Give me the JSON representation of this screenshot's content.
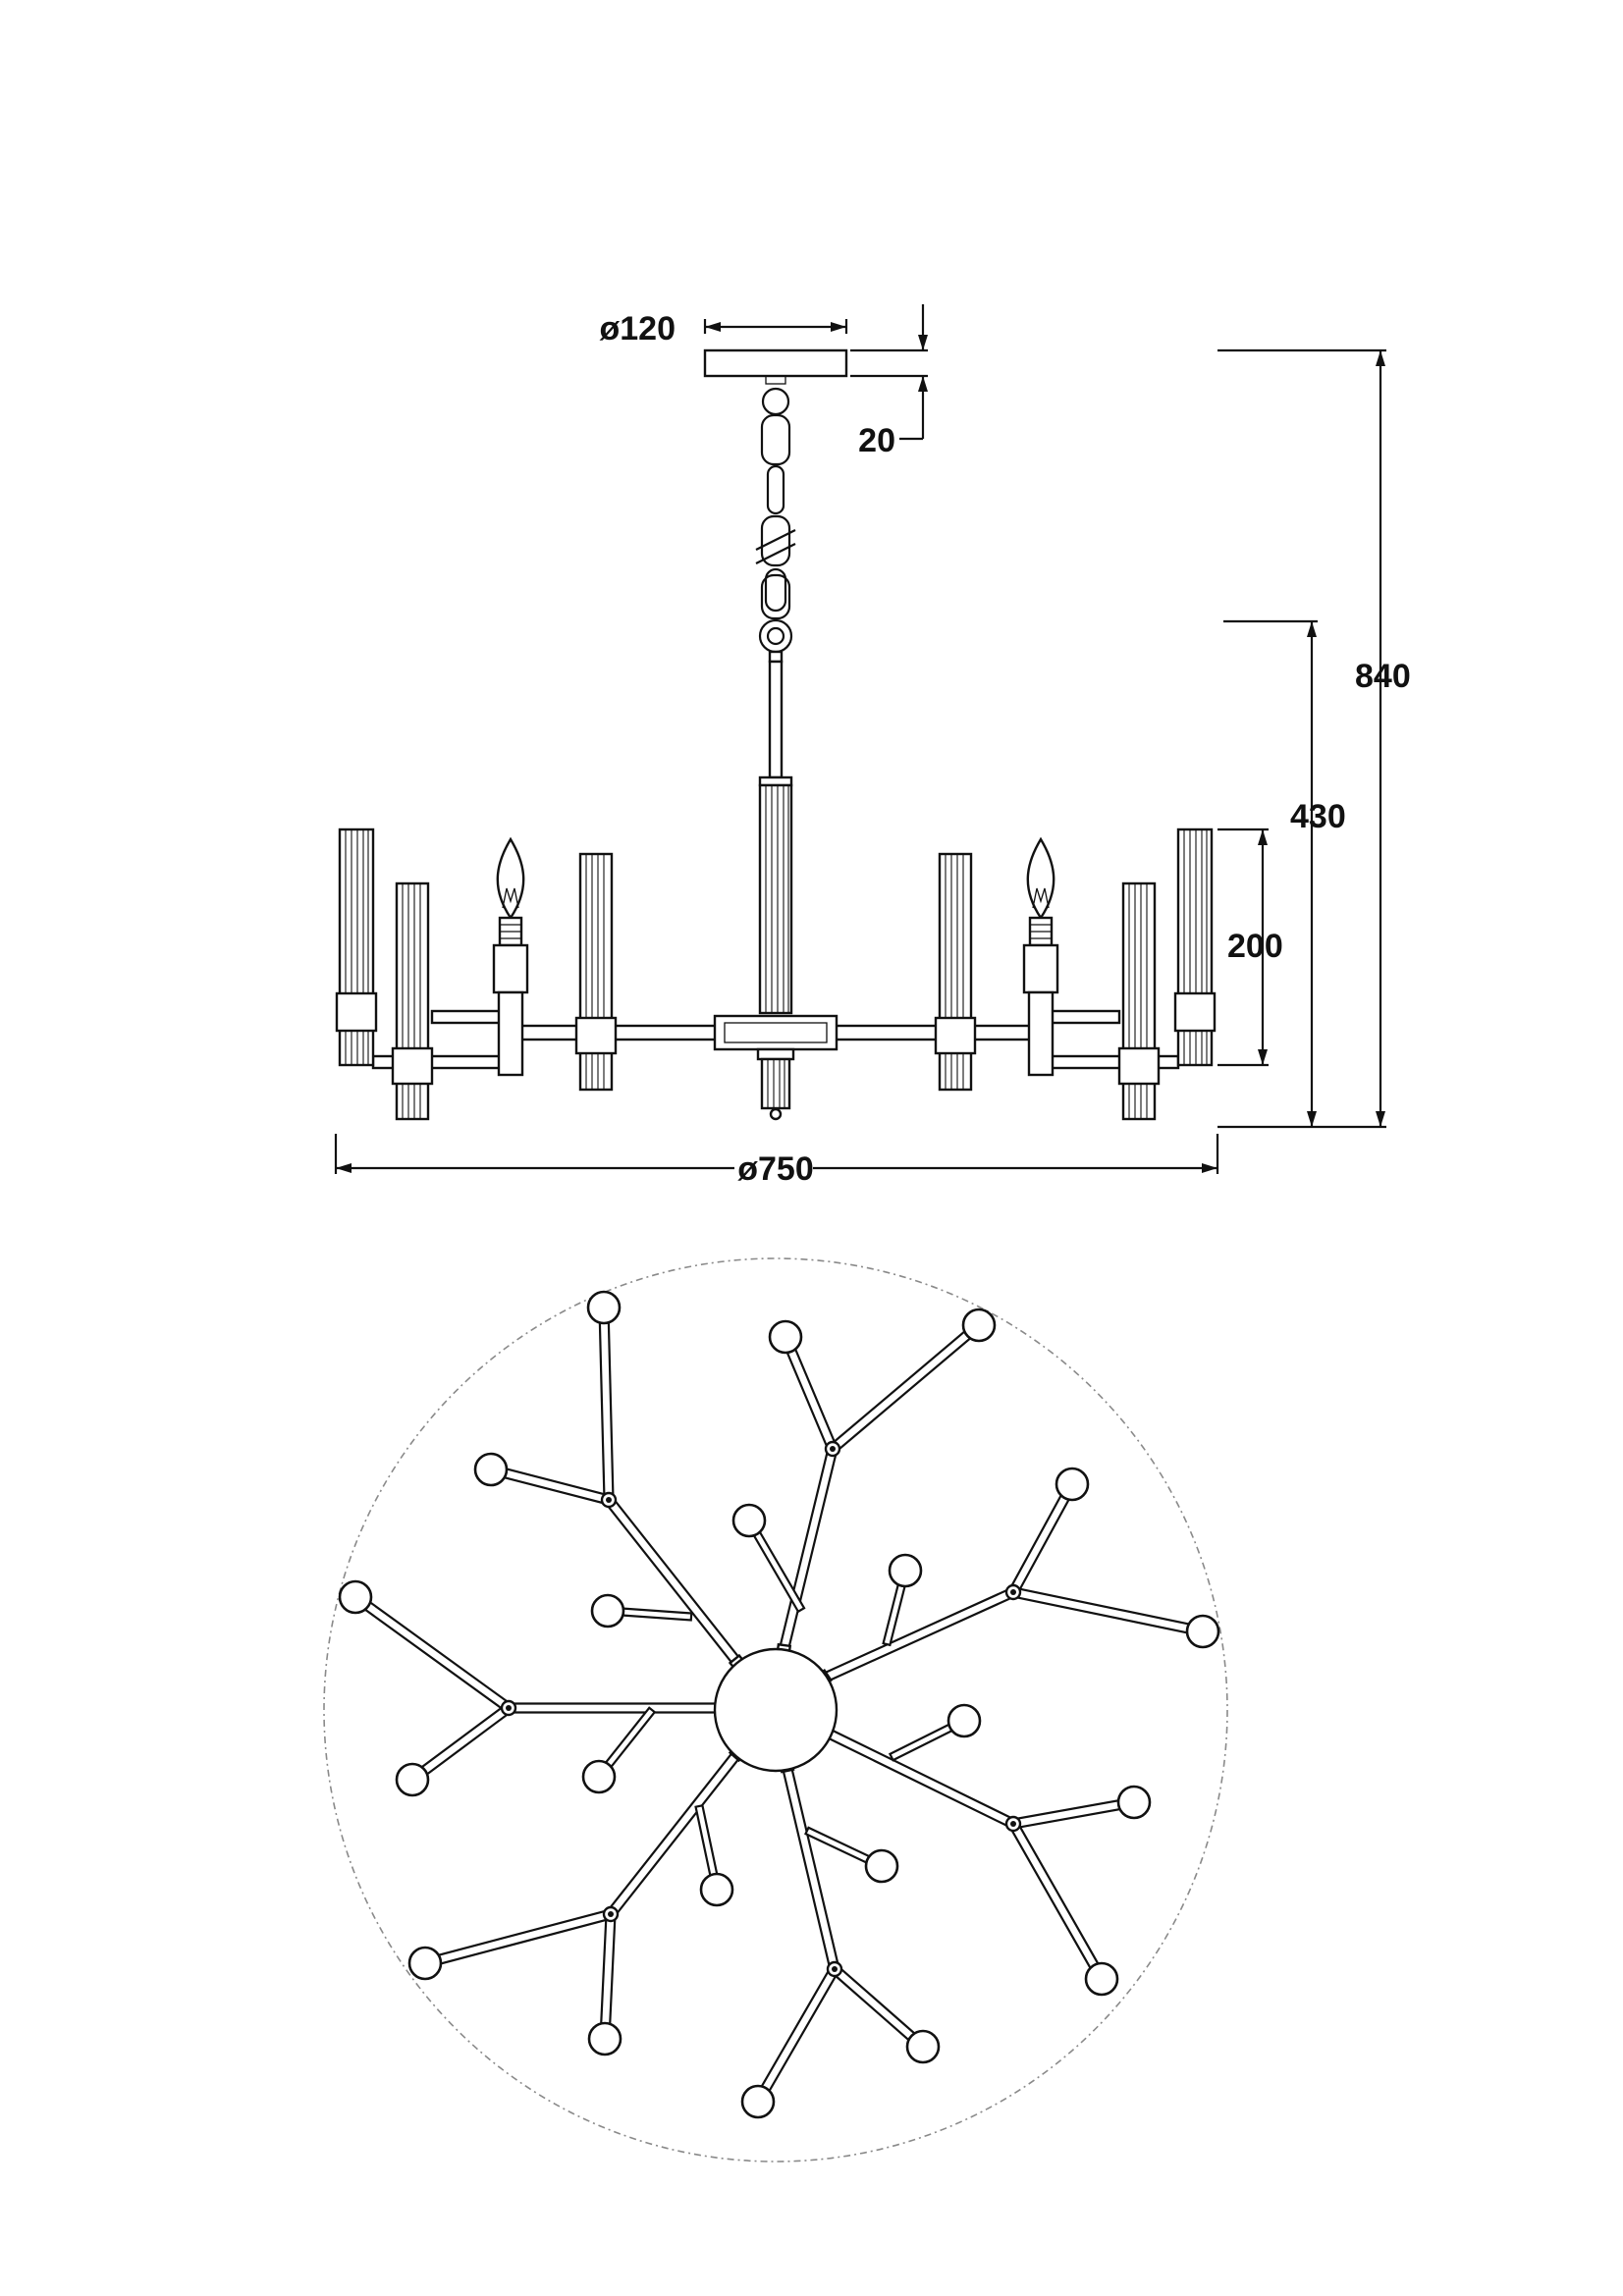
{
  "dimensions": {
    "canopy_diameter": "ø120",
    "canopy_height": "20",
    "overall_height": "840",
    "body_height": "430",
    "candle_height": "200",
    "overall_diameter": "ø750"
  },
  "colors": {
    "line": "#111111",
    "envelope": "#8a8a8a",
    "background": "#ffffff"
  }
}
